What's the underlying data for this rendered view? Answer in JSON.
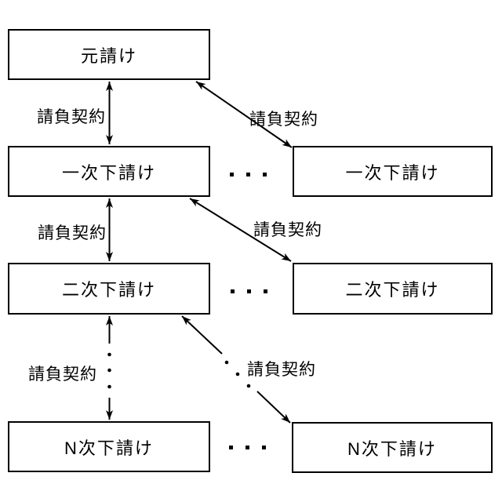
{
  "nodes": {
    "prime": {
      "label": "元請け"
    },
    "tier1_left": {
      "label": "一次下請け"
    },
    "tier1_right": {
      "label": "一次下請け"
    },
    "tier2_left": {
      "label": "二次下請け"
    },
    "tier2_right": {
      "label": "二次下請け"
    },
    "tierN_left": {
      "label": "N次下請け"
    },
    "tierN_right": {
      "label": "N次下請け"
    }
  },
  "edge_labels": {
    "vertical_1": "請負契約",
    "vertical_2": "請負契約",
    "vertical_3": "請負契約",
    "diagonal_1": "請負契約",
    "diagonal_2": "請負契約",
    "diagonal_3": "請負契約"
  },
  "icons": {
    "ellipsis": "three-dots-horizontal"
  },
  "colors": {
    "background": "#ffffff",
    "line": "#000000",
    "text": "#000000"
  }
}
